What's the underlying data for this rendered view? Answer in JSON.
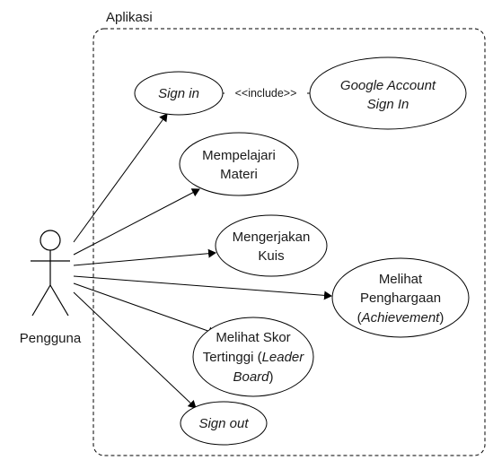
{
  "system": {
    "label": "Aplikasi"
  },
  "actor": {
    "label": "Pengguna"
  },
  "relations": {
    "include_label": "<<include>>"
  },
  "use_cases": {
    "sign_in": {
      "line1": "Sign in"
    },
    "google": {
      "line1": "Google Account",
      "line2": "Sign In"
    },
    "materi": {
      "line1": "Mempelajari",
      "line2": "Materi"
    },
    "kuis": {
      "line1": "Mengerjakan",
      "line2": "Kuis"
    },
    "penghargaan": {
      "line1": "Melihat",
      "line2": "Penghargaan",
      "line3_open": "(",
      "line3_italic": "Achievement",
      "line3_close": ")"
    },
    "skor": {
      "line1": "Melihat Skor",
      "line2_plain": "Tertinggi (",
      "line2_italic": "Leader",
      "line3_italic": "Board",
      "line3_close": ")"
    },
    "sign_out": {
      "line1": "Sign out"
    }
  }
}
